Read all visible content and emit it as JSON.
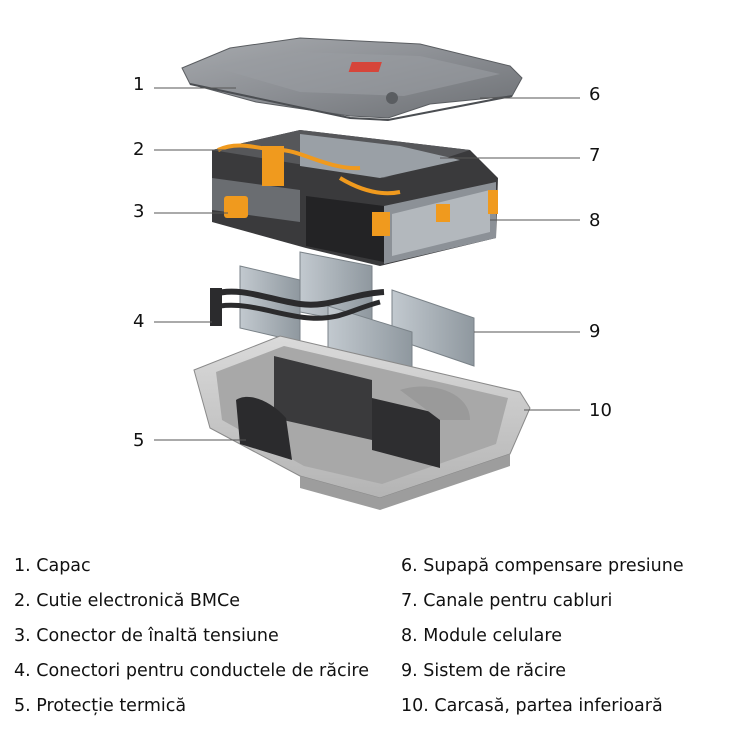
{
  "callouts": [
    "1",
    "2",
    "3",
    "4",
    "5",
    "6",
    "7",
    "8",
    "9",
    "10"
  ],
  "legend": {
    "left": [
      "1. Capac",
      "2. Cutie electronică BMCe",
      "3. Conector de înaltă tensiune",
      "4. Conectori pentru conductele de răcire",
      "5. Protecție termică"
    ],
    "right": [
      "6. Supapă compensare presiune",
      "7. Canale pentru cabluri",
      "8. Module celulare",
      "9. Sistem de răcire",
      "10.  Carcasă, partea inferioară"
    ]
  },
  "colors": {
    "cover": "#8e9196",
    "module": "#2b2b2d",
    "orange": "#f09a1e",
    "plate": "#a9b1b8",
    "housing": "#c9c9c9",
    "housing_inner": "#3a3a3c"
  }
}
